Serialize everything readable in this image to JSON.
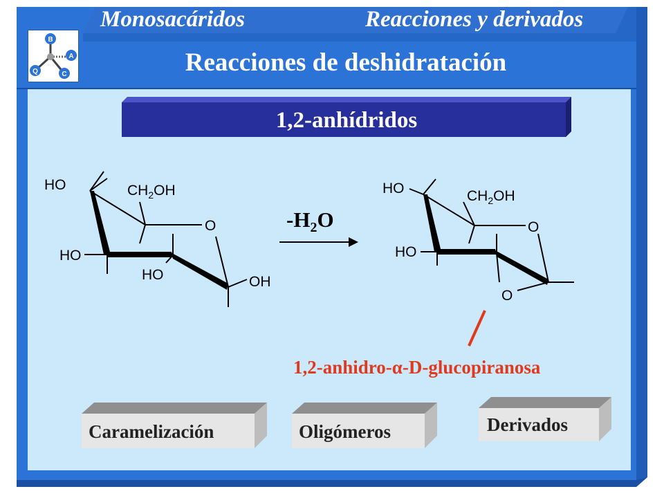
{
  "header": {
    "left_label": "Monosacáridos",
    "right_label": "Reacciones y derivados"
  },
  "title": "Reacciones de deshidratación",
  "logo": {
    "icon": "molecule-logo-icon",
    "atoms": [
      "B",
      "A",
      "C",
      "Q"
    ]
  },
  "section": {
    "label": "1,2-anhídridos"
  },
  "reaction": {
    "reagent_prefix": "-H",
    "reagent_sub": "2",
    "reagent_suffix": "O",
    "reactant_labels": {
      "ho_top": "HO",
      "ch2oh_prefix": "CH",
      "ch2oh_sub": "2",
      "ch2oh_suffix": "OH",
      "ring_o": "O",
      "ho_left": "HO",
      "ho_mid": "HO",
      "oh_right": "OH"
    },
    "product_labels": {
      "ho_top": "HO",
      "ch2oh_prefix": "CH",
      "ch2oh_sub": "2",
      "ch2oh_suffix": "OH",
      "ring_o": "O",
      "ho_left": "HO",
      "epoxide_o": "O"
    },
    "product_name": "1,2-anhidro-α-D-glucopiranosa"
  },
  "nav_buttons": [
    {
      "label": "Caramelización"
    },
    {
      "label": "Oligómeros"
    },
    {
      "label": "Derivados"
    }
  ],
  "colors": {
    "frame": "#2b73d6",
    "frame_dark": "#1a4fa3",
    "panel": "#cce9fb",
    "section_band": "#272f9c",
    "product_name": "#e03a1e",
    "button_face": "#e6e6e6",
    "button_top": "#8f8f8f"
  }
}
